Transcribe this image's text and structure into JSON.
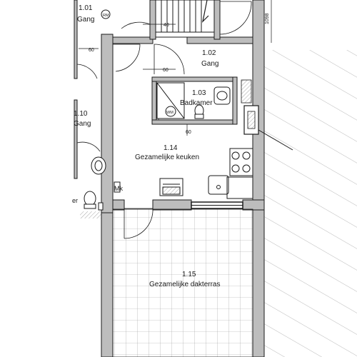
{
  "rooms": [
    {
      "number": "1.01",
      "name": "Gang"
    },
    {
      "number": "1.02",
      "name": "Gang"
    },
    {
      "number": "1.03",
      "name": "Badkamer"
    },
    {
      "number": "1.10",
      "name": "Gang"
    },
    {
      "number": "1.14",
      "name": "Gezamelijke keuken"
    },
    {
      "number": "1.15",
      "name": "Gezamelijke dakterras"
    }
  ],
  "fixture_labels": {
    "rm": "RM",
    "wm": "WM",
    "mk": "Mk",
    "left_cut": "er"
  },
  "dimensions": {
    "top_vertical": "1098",
    "d60_a": "60",
    "d60_b": "60",
    "d60_c": "60",
    "d40": "40"
  }
}
